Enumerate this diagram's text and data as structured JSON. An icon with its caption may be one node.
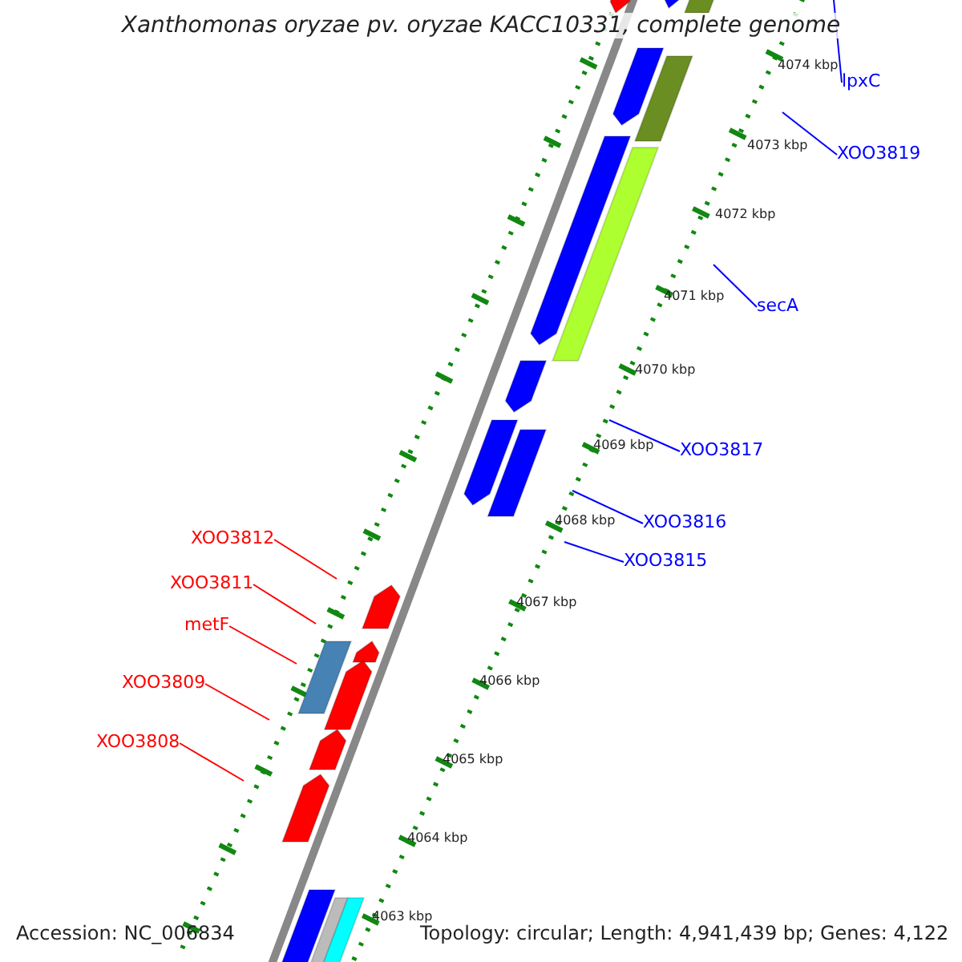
{
  "diagram": {
    "title": "Xanthomonas oryzae pv. oryzae KACC10331, complete genome",
    "nodes": [
      {
        "text": [
          "lpxC"
        ]
      },
      {
        "text": [
          "XOO3819"
        ]
      },
      {
        "text": [
          "secA"
        ]
      },
      {
        "text": [
          "XOO3817"
        ]
      },
      {
        "text": [
          "XOO3816"
        ]
      },
      {
        "text": [
          "XOO3815"
        ]
      },
      {
        "text": [
          "XOO3812"
        ]
      },
      {
        "text": [
          "XOO3811"
        ]
      },
      {
        "text": [
          "metF"
        ]
      },
      {
        "text": [
          "XOO3809"
        ]
      },
      {
        "text": [
          "XOO3808"
        ]
      }
    ],
    "edges": [
      {
        "from": 0,
        "to": null,
        "arrow": "none"
      },
      {
        "from": 1,
        "to": null,
        "arrow": "none"
      },
      {
        "from": 2,
        "to": null,
        "arrow": "none"
      },
      {
        "from": 3,
        "to": null,
        "arrow": "none"
      },
      {
        "from": 4,
        "to": null,
        "arrow": "none"
      },
      {
        "from": 5,
        "to": null,
        "arrow": "none"
      },
      {
        "from": 6,
        "to": null,
        "arrow": "none",
        "color": "#ff0000"
      },
      {
        "from": 7,
        "to": null,
        "arrow": "none",
        "color": "#ff0000"
      },
      {
        "from": 8,
        "to": null,
        "arrow": "none",
        "color": "#ff0000"
      },
      {
        "from": 9,
        "to": null,
        "arrow": "none",
        "color": "#ff0000"
      },
      {
        "from": 10,
        "to": null,
        "arrow": "none",
        "color": "#ff0000"
      }
    ],
    "labels": [
      "4074 kbp",
      "4073 kbp",
      "4072 kbp",
      "4071 kbp",
      "4070 kbp",
      "4069 kbp",
      "4068 kbp",
      "4067 kbp",
      "4066 kbp",
      "4065 kbp",
      "4064 kbp",
      "4063 kbp",
      "Accession: NC_006834",
      "Topology: circular; Length: 4,941,439 bp; Genes: 4,122"
    ]
  }
}
